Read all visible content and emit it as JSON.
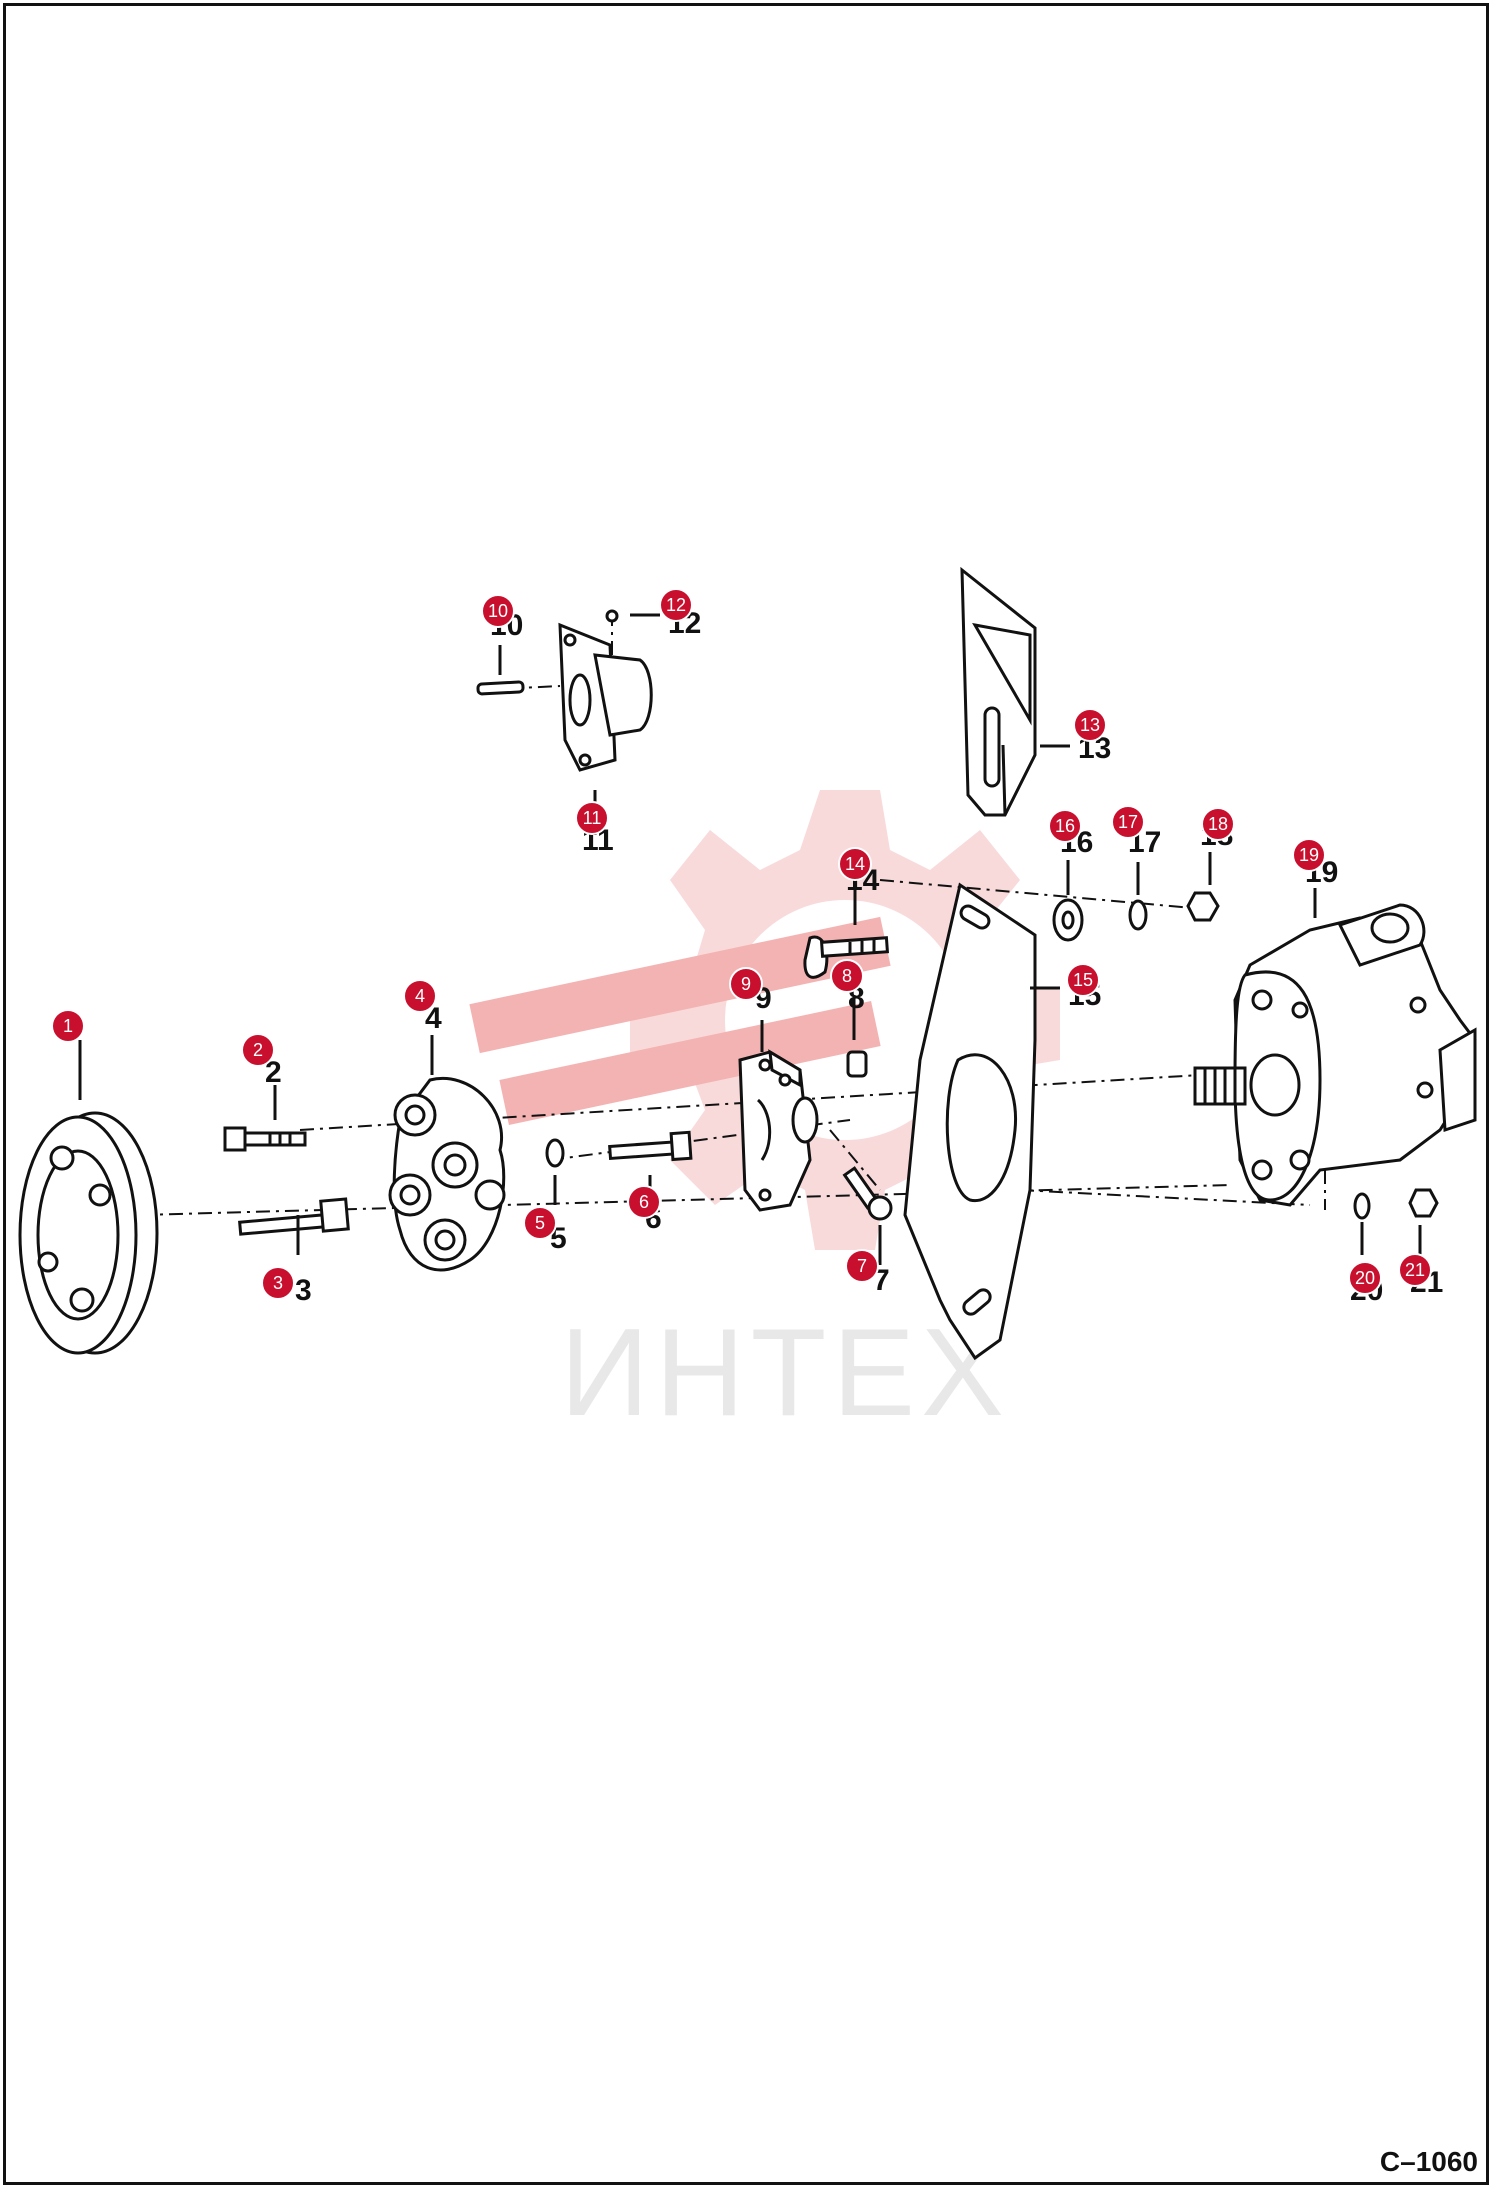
{
  "diagram": {
    "figure_code": "C–1060",
    "watermark": {
      "text": "ИНТЕХ",
      "color": "#e8e8e8",
      "logo_color": "#f9dada"
    },
    "marker_color": "#c8102e",
    "line_color": "#111111",
    "callouts": [
      {
        "id": "1",
        "label": "1"
      },
      {
        "id": "2",
        "label": "2"
      },
      {
        "id": "3",
        "label": "3"
      },
      {
        "id": "4",
        "label": "4"
      },
      {
        "id": "5",
        "label": "5"
      },
      {
        "id": "6",
        "label": "6"
      },
      {
        "id": "7",
        "label": "7"
      },
      {
        "id": "8",
        "label": "8"
      },
      {
        "id": "9",
        "label": "9"
      },
      {
        "id": "10",
        "label": "10"
      },
      {
        "id": "11",
        "label": "11"
      },
      {
        "id": "12",
        "label": "12"
      },
      {
        "id": "13",
        "label": "13"
      },
      {
        "id": "14",
        "label": "14"
      },
      {
        "id": "15",
        "label": "15"
      },
      {
        "id": "16",
        "label": "16"
      },
      {
        "id": "17",
        "label": "17"
      },
      {
        "id": "18",
        "label": "18"
      },
      {
        "id": "19",
        "label": "19"
      },
      {
        "id": "20",
        "label": "20"
      },
      {
        "id": "21",
        "label": "21"
      }
    ]
  }
}
